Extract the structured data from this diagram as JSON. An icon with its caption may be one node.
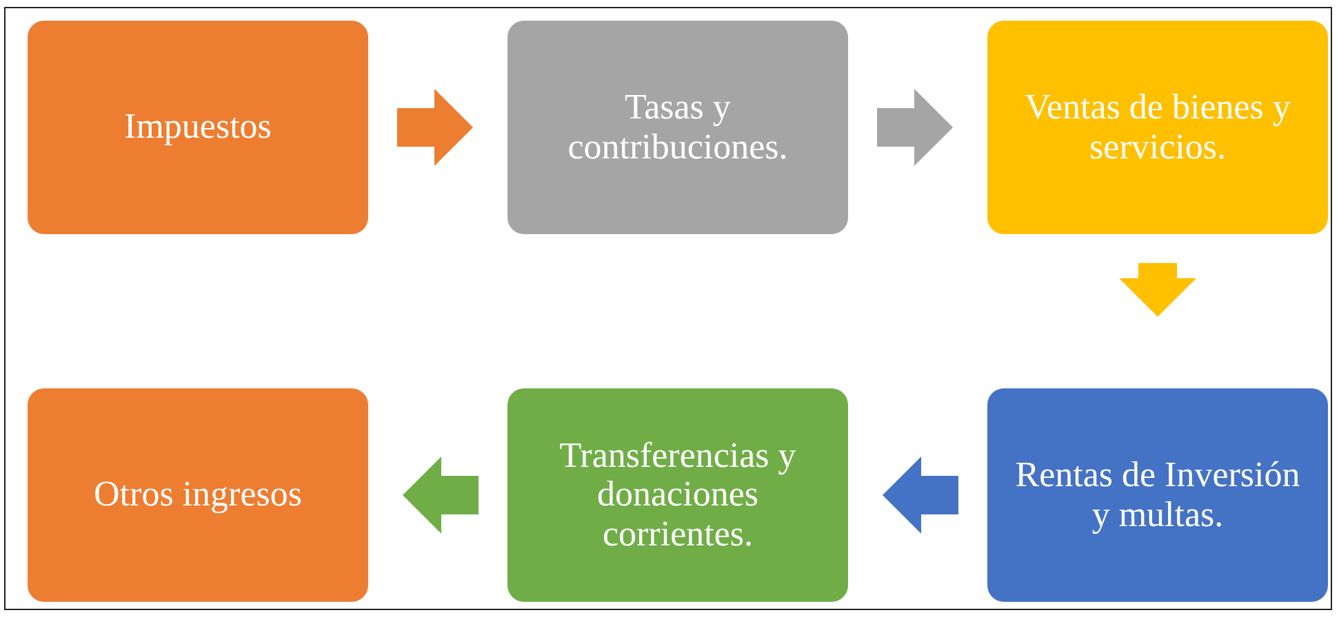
{
  "diagram": {
    "nodes": [
      {
        "text": [
          "Impuestos"
        ]
      },
      {
        "text": [
          "Tasas y contribuciones."
        ]
      },
      {
        "text": [
          "Ventas de bienes y servicios."
        ]
      },
      {
        "text": [
          "Rentas de Inversión y multas."
        ]
      },
      {
        "text": [
          "Transferencias y donaciones corrientes."
        ]
      },
      {
        "text": [
          "Otros ingresos"
        ]
      }
    ],
    "edges": [
      {
        "from": 0,
        "to": 1,
        "arrow": "to",
        "color": "#ed7d31"
      },
      {
        "from": 1,
        "to": 2,
        "arrow": "to",
        "color": "#a5a5a5"
      },
      {
        "from": 2,
        "to": 3,
        "arrow": "to",
        "color": "#ffc000"
      },
      {
        "from": 3,
        "to": 4,
        "arrow": "to",
        "color": "#4472c4"
      },
      {
        "from": 4,
        "to": 5,
        "arrow": "to",
        "color": "#70ad47"
      }
    ]
  }
}
